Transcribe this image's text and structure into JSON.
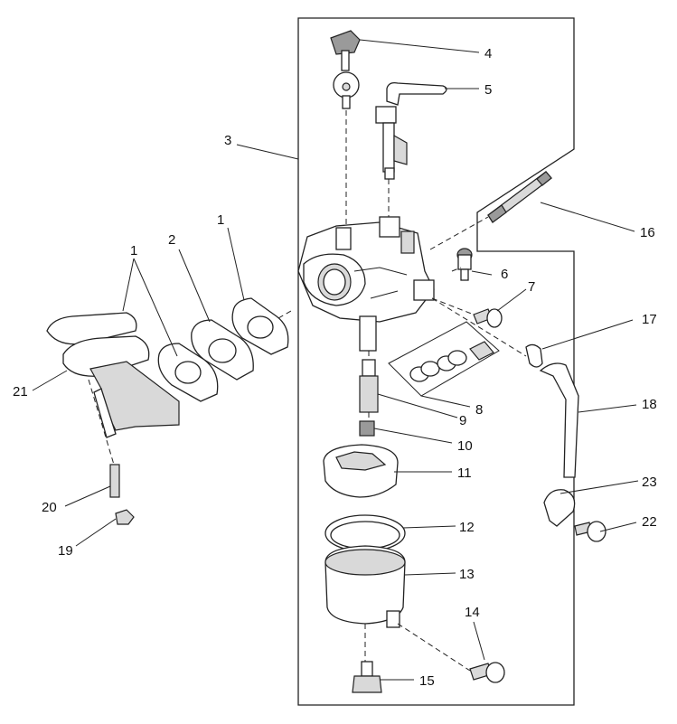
{
  "callouts": [
    {
      "id": "c4",
      "label": "4"
    },
    {
      "id": "c5",
      "label": "5"
    },
    {
      "id": "c3",
      "label": "3"
    },
    {
      "id": "c16",
      "label": "16"
    },
    {
      "id": "c1a",
      "label": "1"
    },
    {
      "id": "c2",
      "label": "2"
    },
    {
      "id": "c1b",
      "label": "1"
    },
    {
      "id": "c6",
      "label": "6"
    },
    {
      "id": "c7",
      "label": "7"
    },
    {
      "id": "c17",
      "label": "17"
    },
    {
      "id": "c21",
      "label": "21"
    },
    {
      "id": "c18",
      "label": "18"
    },
    {
      "id": "c9",
      "label": "9"
    },
    {
      "id": "c8",
      "label": "8"
    },
    {
      "id": "c10",
      "label": "10"
    },
    {
      "id": "c11",
      "label": "11"
    },
    {
      "id": "c23",
      "label": "23"
    },
    {
      "id": "c20",
      "label": "20"
    },
    {
      "id": "c22",
      "label": "22"
    },
    {
      "id": "c12",
      "label": "12"
    },
    {
      "id": "c19",
      "label": "19"
    },
    {
      "id": "c13",
      "label": "13"
    },
    {
      "id": "c14",
      "label": "14"
    },
    {
      "id": "c15",
      "label": "15"
    }
  ]
}
